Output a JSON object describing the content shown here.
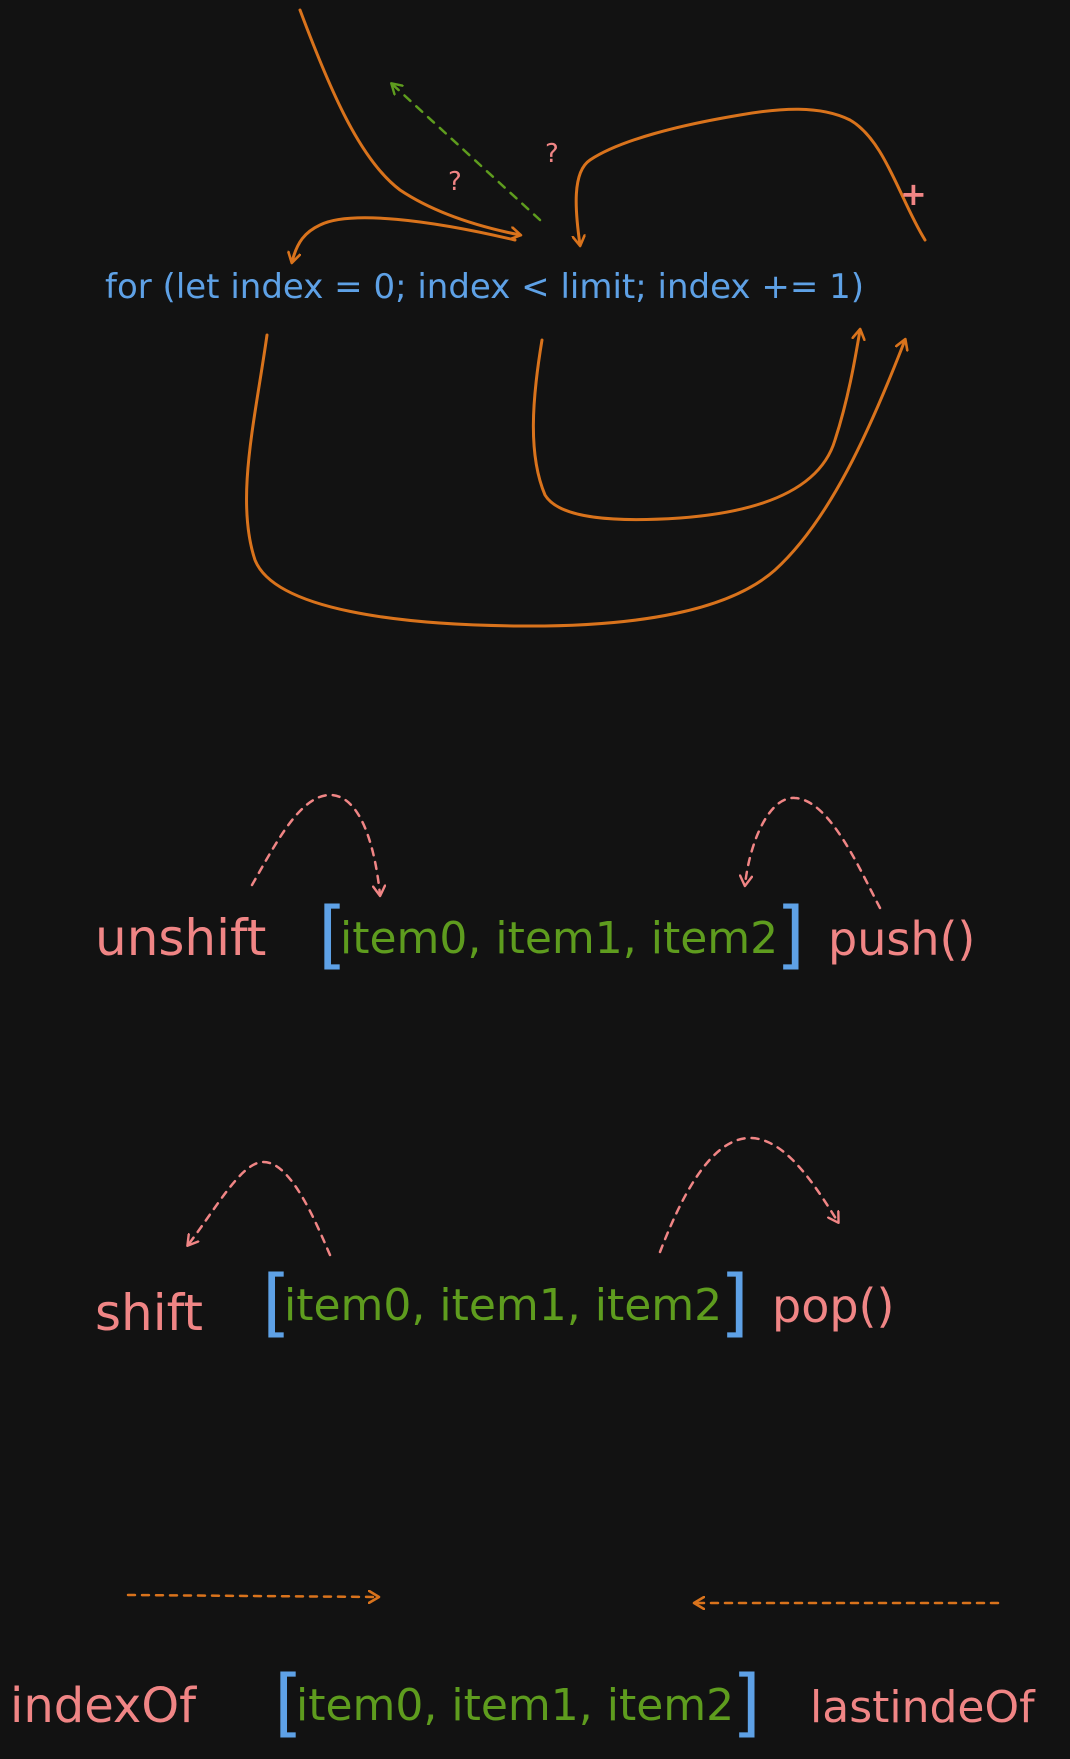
{
  "colors": {
    "background": "#121212",
    "code": "#5ea1e6",
    "orange": "#d9731c",
    "pink": "#f08585",
    "green": "#5e9c1e",
    "blue": "#5ea1e6"
  },
  "loop": {
    "code": "for (let index = 0; index < limit; index += 1)",
    "question_marks": [
      "?",
      "?"
    ],
    "plus": "+"
  },
  "rows": [
    {
      "left": "unshift",
      "items": "item0, item1, item2",
      "right": "push()"
    },
    {
      "left": "shift",
      "items": "item0, item1, item2",
      "right": "pop()"
    },
    {
      "left": "indexOf",
      "items": "item0, item1, item2",
      "right": "lastindeOf"
    }
  ],
  "brackets": {
    "open": "[",
    "close": "]"
  }
}
